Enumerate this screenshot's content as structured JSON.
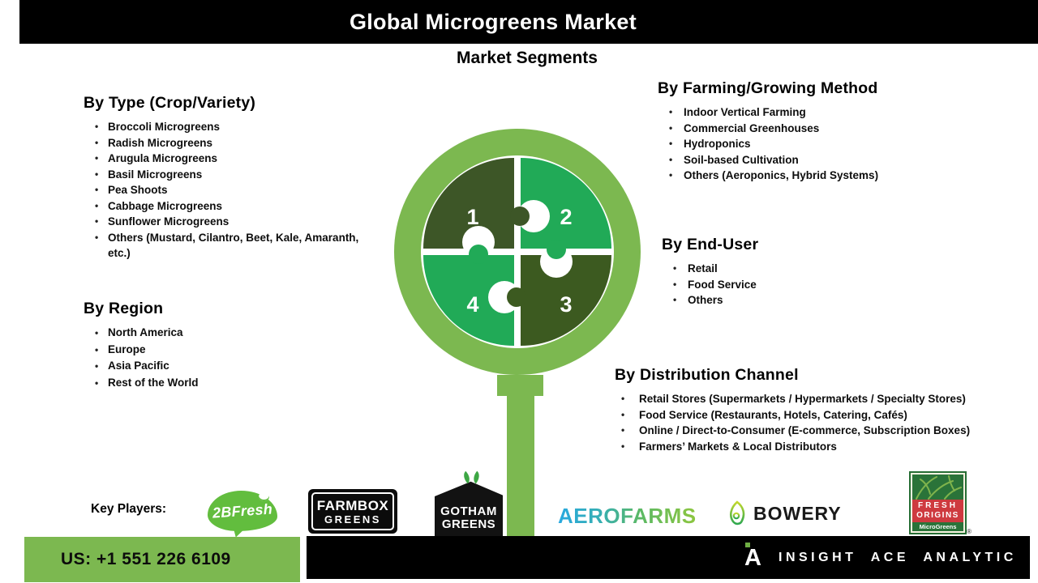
{
  "header": {
    "title": "Global Microgreens Market"
  },
  "subtitle": "Market Segments",
  "sections": {
    "type": {
      "heading": "By Type (Crop/Variety)",
      "items": [
        "Broccoli Microgreens",
        "Radish Microgreens",
        "Arugula Microgreens",
        "Basil Microgreens",
        "Pea Shoots",
        "Cabbage Microgreens",
        "Sunflower Microgreens",
        "Others (Mustard, Cilantro, Beet, Kale, Amaranth, etc.)"
      ]
    },
    "region": {
      "heading": "By Region",
      "items": [
        "North America",
        "Europe",
        "Asia Pacific",
        "Rest of the World"
      ]
    },
    "farming": {
      "heading": "By Farming/Growing Method",
      "items": [
        "Indoor Vertical Farming",
        "Commercial Greenhouses",
        "Hydroponics",
        "Soil-based Cultivation",
        "Others (Aeroponics, Hybrid Systems)"
      ]
    },
    "end_user": {
      "heading": "By End-User",
      "items": [
        "Retail",
        "Food Service",
        "Others"
      ]
    },
    "distribution": {
      "heading": "By Distribution Channel",
      "items": [
        "Retail Stores (Supermarkets / Hypermarkets / Specialty Stores)",
        "Food Service (Restaurants, Hotels, Catering, Cafés)",
        "Online / Direct-to-Consumer (E-commerce, Subscription Boxes)",
        "Farmers’ Markets & Local Distributors"
      ]
    }
  },
  "diagram": {
    "description": "magnifying-glass with 4-piece puzzle circle",
    "segments": [
      "1",
      "2",
      "3",
      "4"
    ]
  },
  "key_players": {
    "label": "Key Players:",
    "twobfresh": {
      "text": "2BFresh"
    },
    "farmbox": {
      "line1": "FARMBOX",
      "line2": "GREENS"
    },
    "gotham": {
      "line1": "GOTHAM",
      "line2": "GREENS"
    },
    "aerofarms": {
      "text": "AEROFARMS"
    },
    "bowery": {
      "text": "BOWERY"
    },
    "fresh_origins": {
      "line1": "FRESH",
      "line2": "ORIGINS",
      "line3": "MicroGreens",
      "reg": "®"
    }
  },
  "footer": {
    "phone": "US: +1 551 226 6109",
    "brand": "INSIGHT ACE ANALYTIC",
    "brand_initial": "A"
  },
  "colors": {
    "ring_green": "#7cb850",
    "bright_green": "#21aa57",
    "dark_olive": "#3d5627",
    "dark_green": "#3c5a20",
    "footer_green": "#7cb850",
    "banner_black": "#000000",
    "aerofarms_blue": "#29a9e0",
    "aerofarms_green": "#8dc63f",
    "fresh_origins_red": "#ce3a3f"
  }
}
